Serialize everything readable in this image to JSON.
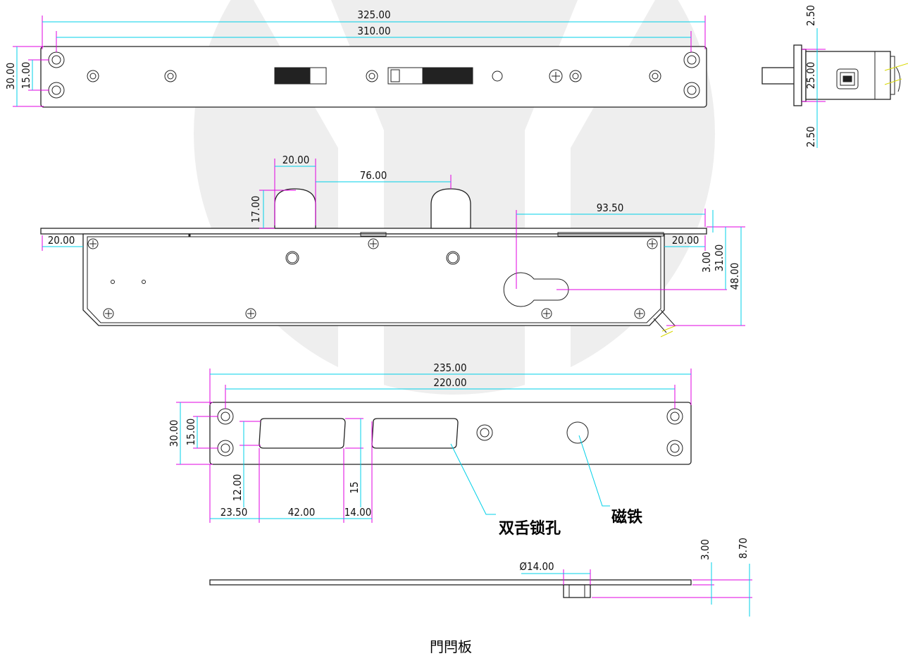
{
  "title": "門閂板",
  "callouts": {
    "double_bolt_hole": "双舌锁孔",
    "magnet": "磁铁"
  },
  "dimensions": {
    "top_plate": {
      "overall_length": "325.00",
      "hole_spacing": "310.00",
      "height": "30.00",
      "hole_pitch": "15.00"
    },
    "side_view": {
      "top_gap": "2.50",
      "body": "25.00",
      "bottom_gap": "2.50"
    },
    "lock_body": {
      "bolt_width": "20.00",
      "bolt_spacing": "76.00",
      "bolt_height": "17.00",
      "cylinder_offset": "93.50",
      "left_margin": "20.00",
      "right_margin": "20.00",
      "dim_3": "3.00",
      "dim_31": "31.00",
      "dim_48": "48.00"
    },
    "strike_plate": {
      "overall_length": "235.00",
      "hole_spacing": "220.00",
      "height": "30.00",
      "hole_pitch": "15.00",
      "slot_margin": "12.00",
      "slot_height": "15",
      "offset_left": "23.50",
      "slot_width": "42.00",
      "slot_gap": "14.00"
    },
    "strike_profile": {
      "magnet_dia": "Ø14.00",
      "plate_thk": "3.00",
      "total_thk": "8.70"
    }
  }
}
